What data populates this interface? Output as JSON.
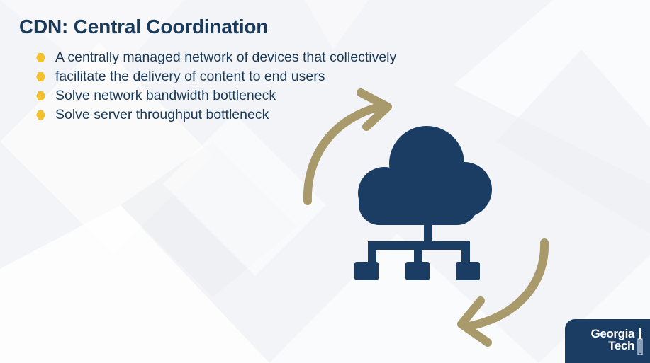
{
  "slide": {
    "title": "CDN: Central Coordination",
    "bullets": [
      "A centrally managed network of devices that collectively",
      "facilitate the delivery of content to end users",
      "Solve network bandwidth bottleneck",
      "Solve server throughput bottleneck"
    ]
  },
  "icons": {
    "cloud": "cloud-network-icon",
    "arrow_top": "curved-arrow-icon",
    "arrow_bottom": "curved-arrow-icon",
    "bullet": "hexagon-bullet-icon"
  },
  "logo": {
    "line1": "Georgia",
    "line2": "Tech"
  },
  "colors": {
    "title": "#1a3a5c",
    "bullet": "#f2c12e",
    "cloud": "#1b3d64",
    "arrow": "#a99a6c",
    "logo_bg": "#1b3d64"
  }
}
